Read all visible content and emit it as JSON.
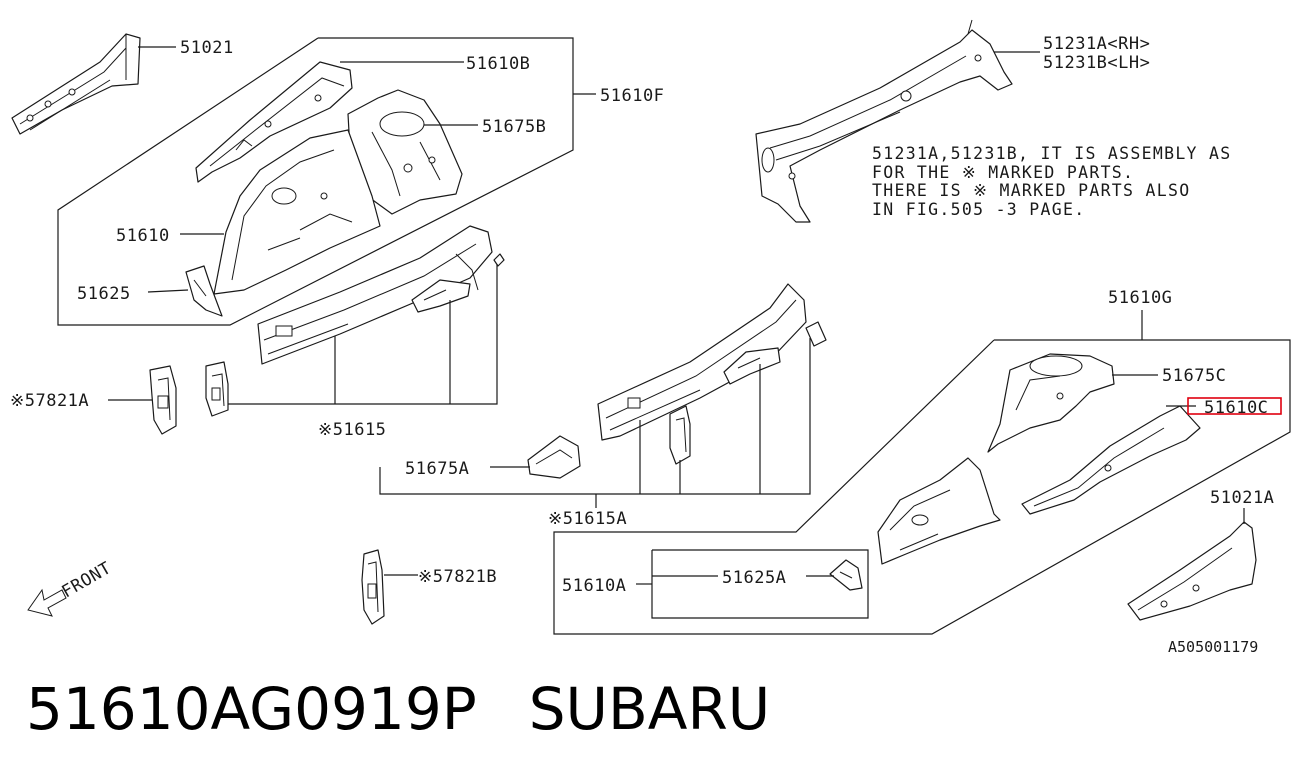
{
  "labels": {
    "p51021": "51021",
    "p51610b": "51610B",
    "p51610f": "51610F",
    "p51675b": "51675B",
    "p51610": "51610",
    "p51625": "51625",
    "p57821a": "※57821A",
    "p51615": "※51615",
    "p51675a": "51675A",
    "p51615a": "※51615A",
    "p57821b": "※57821B",
    "front": "FRONT",
    "p51231a": "51231A<RH>",
    "p51231b": "51231B<LH>",
    "p51610g": "51610G",
    "p51675c": "51675C",
    "p51610c": "51610C",
    "p51610a": "51610A",
    "p51625a": "51625A",
    "p51021a": "51021A"
  },
  "note": [
    "51231A,51231B, IT IS ASSEMBLY AS",
    "FOR THE ※ MARKED PARTS.",
    "THERE IS ※ MARKED PARTS ALSO",
    "IN FIG.505 -3 PAGE."
  ],
  "figure_ref": "A505001179",
  "footer": {
    "part_number": "51610AG0919P",
    "brand": "SUBARU"
  },
  "colors": {
    "line": "#1a1a1a",
    "highlight": "#e0000f",
    "background": "#ffffff"
  }
}
